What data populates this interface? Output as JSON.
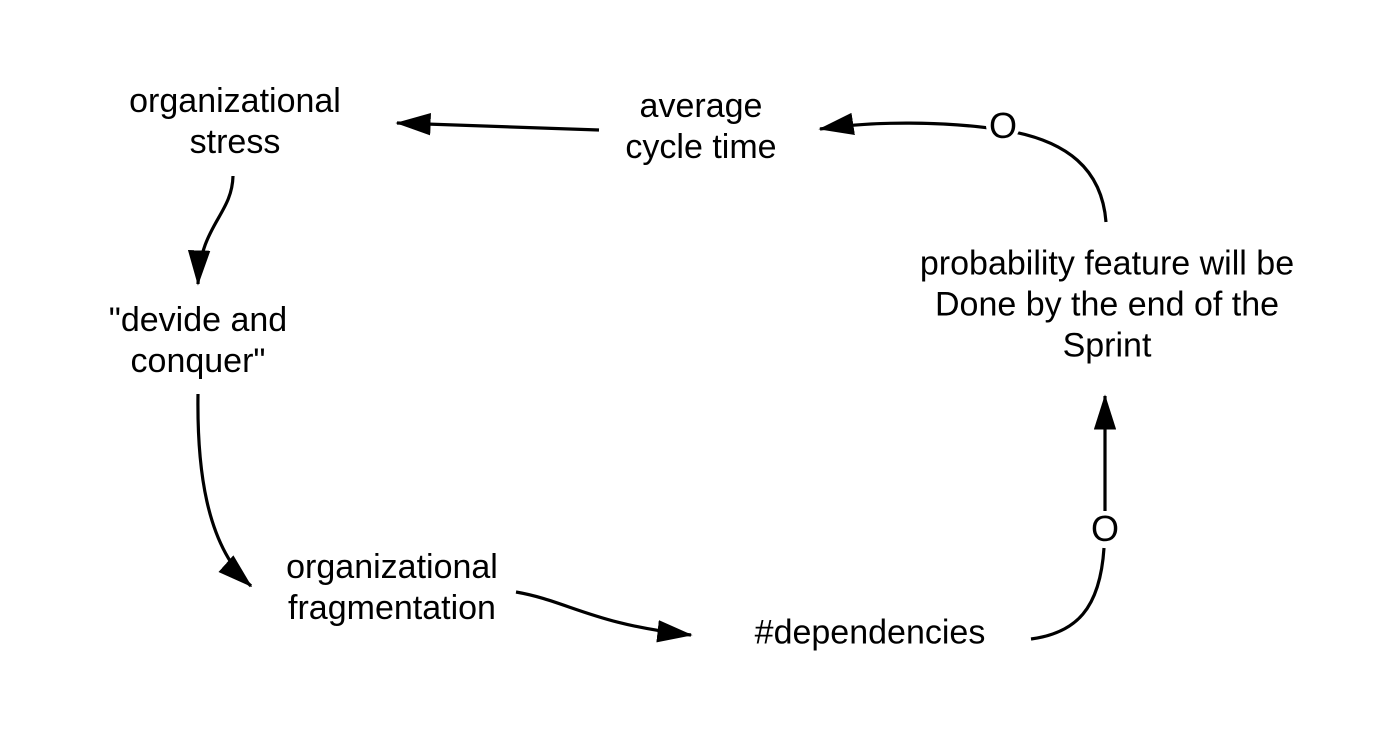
{
  "diagram": {
    "title": "",
    "background_color": "#ffffff",
    "text_color": "#000000",
    "line_color": "#000000",
    "nodes": {
      "organizational_stress": {
        "lines": [
          "organizational",
          "stress"
        ]
      },
      "average_cycle_time": {
        "lines": [
          "average",
          "cycle time"
        ]
      },
      "probability_done": {
        "lines": [
          "probability feature will be",
          "Done by the end of the",
          "Sprint"
        ]
      },
      "dependencies": {
        "lines": [
          "#dependencies"
        ]
      },
      "organizational_fragmentation": {
        "lines": [
          "organizational",
          "fragmentation"
        ]
      },
      "divide_and_conquer": {
        "lines": [
          "\"devide and",
          "conquer\""
        ]
      }
    },
    "markers": {
      "top_o": "O",
      "bottom_o": "O"
    },
    "edges": [
      {
        "from": "average cycle time",
        "to": "organizational stress",
        "polarity": ""
      },
      {
        "from": "organizational stress",
        "to": "\"devide and conquer\"",
        "polarity": ""
      },
      {
        "from": "\"devide and conquer\"",
        "to": "organizational fragmentation",
        "polarity": ""
      },
      {
        "from": "organizational fragmentation",
        "to": "#dependencies",
        "polarity": ""
      },
      {
        "from": "#dependencies",
        "to": "probability feature will be Done by the end of the Sprint",
        "polarity": "O"
      },
      {
        "from": "probability feature will be Done by the end of the Sprint",
        "to": "average cycle time",
        "polarity": "O"
      }
    ]
  }
}
